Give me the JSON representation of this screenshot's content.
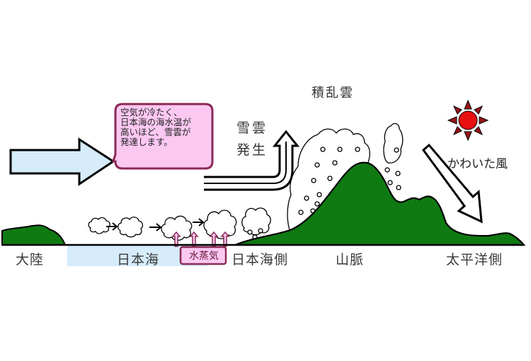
{
  "diagram": {
    "type": "cross-section",
    "topic": "Snow cloud formation over the Sea of Japan in winter",
    "colors": {
      "land": "#0f7a12",
      "sea": "#d6ecfb",
      "wind_arrow_fill": "#d6ecfb",
      "bubble_fill": "#fbc8f2",
      "bubble_border": "#8a2a55",
      "sun": "#e81010",
      "sun_rays": "#9a1515",
      "vapor_box_fill": "#fbc8f2",
      "vapor_box_border": "#8a2a55",
      "outline": "#000000"
    },
    "callout": {
      "lines": [
        "空気が冷たく、",
        "日本海の海水温が",
        "高いほど、雪雲が",
        "発達します。"
      ]
    },
    "labels": {
      "snow_cloud_formation_line1": "雪雲",
      "snow_cloud_formation_line2": "発生",
      "cumulonimbus": "積乱雲",
      "dry_wind": "かわいた風",
      "water_vapor": "水蒸気"
    },
    "ground_labels": {
      "continent": "大陸",
      "sea_of_japan": "日本海",
      "sea_of_japan_side": "日本海側",
      "mountains": "山脈",
      "pacific_side": "太平洋側"
    },
    "icons": {
      "sun": "sun-icon",
      "wind_arrow": "wide-arrow-right-icon",
      "updraft_arrow": "curved-arrow-up-icon",
      "downslope_arrow": "diagonal-arrow-down-icon"
    }
  }
}
